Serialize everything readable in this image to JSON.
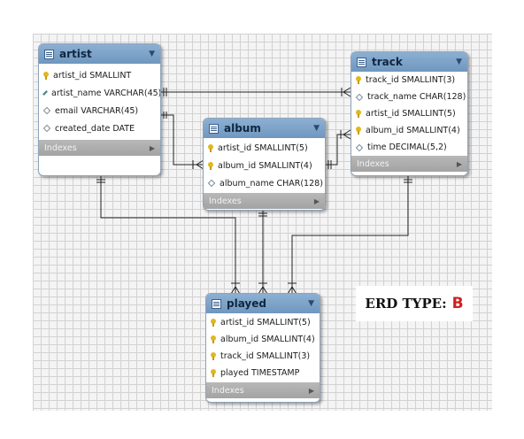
{
  "tables": {
    "artist": {
      "title": "artist",
      "columns": [
        {
          "text": "artist_id SMALLINT",
          "icon": "key-icon"
        },
        {
          "text": "artist_name VARCHAR(45)",
          "icon": "filled-diamond-icon"
        },
        {
          "text": "email VARCHAR(45)",
          "icon": "diamond-icon"
        },
        {
          "text": "created_date DATE",
          "icon": "diamond-icon"
        }
      ],
      "indexes_label": "Indexes"
    },
    "album": {
      "title": "album",
      "columns": [
        {
          "text": "artist_id SMALLINT(5)",
          "icon": "key-icon"
        },
        {
          "text": "album_id SMALLINT(4)",
          "icon": "key-icon"
        },
        {
          "text": "album_name CHAR(128)",
          "icon": "diamond-icon"
        }
      ],
      "indexes_label": "Indexes"
    },
    "track": {
      "title": "track",
      "columns": [
        {
          "text": "track_id SMALLINT(3)",
          "icon": "key-icon"
        },
        {
          "text": "track_name CHAR(128)",
          "icon": "diamond-icon"
        },
        {
          "text": "artist_id SMALLINT(5)",
          "icon": "key-icon"
        },
        {
          "text": "album_id SMALLINT(4)",
          "icon": "key-icon"
        },
        {
          "text": "time DECIMAL(5,2)",
          "icon": "diamond-icon"
        }
      ],
      "indexes_label": "Indexes"
    },
    "played": {
      "title": "played",
      "columns": [
        {
          "text": "artist_id SMALLINT(5)",
          "icon": "key-icon"
        },
        {
          "text": "album_id SMALLINT(4)",
          "icon": "key-icon"
        },
        {
          "text": "track_id SMALLINT(3)",
          "icon": "key-icon"
        },
        {
          "text": "played TIMESTAMP",
          "icon": "key-icon"
        }
      ],
      "indexes_label": "Indexes"
    }
  },
  "erd_label": {
    "text": "ERD TYPE:",
    "value": "B"
  },
  "colors": {
    "header": "#7aa0c8",
    "indexes": "#a8a8a8",
    "accent": "#d02020",
    "key": "#e0b81f"
  }
}
